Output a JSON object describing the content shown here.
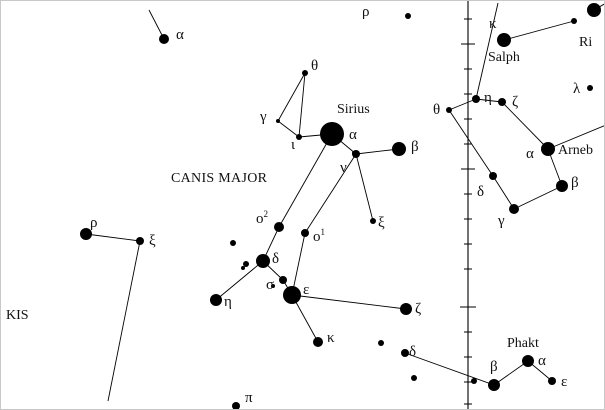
{
  "constellation_label": "CANIS MAJOR",
  "edge_label": "KIS",
  "star_color": "#000000",
  "stars": [
    {
      "id": "sirius",
      "label": "α"
    },
    {
      "id": "sirius_name",
      "label": "Sirius"
    },
    {
      "id": "cma_beta",
      "label": "β"
    },
    {
      "id": "cma_nu",
      "label": "ν"
    },
    {
      "id": "cma_xi",
      "label": "ξ"
    },
    {
      "id": "cma_theta",
      "label": "θ"
    },
    {
      "id": "cma_gamma",
      "label": "γ"
    },
    {
      "id": "cma_iota",
      "label": "ι"
    },
    {
      "id": "cma_o2",
      "label": "ο",
      "sup": "2"
    },
    {
      "id": "cma_o1",
      "label": "ο",
      "sup": "1"
    },
    {
      "id": "cma_delta",
      "label": "δ"
    },
    {
      "id": "cma_sigma",
      "label": "σ"
    },
    {
      "id": "cma_epsilon",
      "label": "ε"
    },
    {
      "id": "cma_eta",
      "label": "η"
    },
    {
      "id": "cma_kappa",
      "label": "κ"
    },
    {
      "id": "cma_zeta",
      "label": "ζ"
    },
    {
      "id": "pup_rho",
      "label": "ρ"
    },
    {
      "id": "pup_xi",
      "label": "ξ"
    },
    {
      "id": "top_alpha",
      "label": "α"
    },
    {
      "id": "top_rho",
      "label": "ρ"
    },
    {
      "id": "lep_kappa",
      "label": "κ"
    },
    {
      "id": "saiph",
      "label": "Salph"
    },
    {
      "id": "rigel",
      "label": "Ri"
    },
    {
      "id": "lep_lambda",
      "label": "λ"
    },
    {
      "id": "lep_theta",
      "label": "θ"
    },
    {
      "id": "lep_eta",
      "label": "η"
    },
    {
      "id": "lep_zeta",
      "label": "ζ"
    },
    {
      "id": "lep_alpha",
      "label": "α"
    },
    {
      "id": "arneb",
      "label": "Arneb"
    },
    {
      "id": "lep_beta",
      "label": "β"
    },
    {
      "id": "lep_delta",
      "label": "δ"
    },
    {
      "id": "lep_gamma",
      "label": "γ"
    },
    {
      "id": "col_delta",
      "label": "δ"
    },
    {
      "id": "col_beta",
      "label": "β"
    },
    {
      "id": "phakt",
      "label": "Phakt"
    },
    {
      "id": "col_alpha",
      "label": "α"
    },
    {
      "id": "col_epsilon",
      "label": "ε"
    },
    {
      "id": "bottom_pi",
      "label": "π"
    }
  ]
}
